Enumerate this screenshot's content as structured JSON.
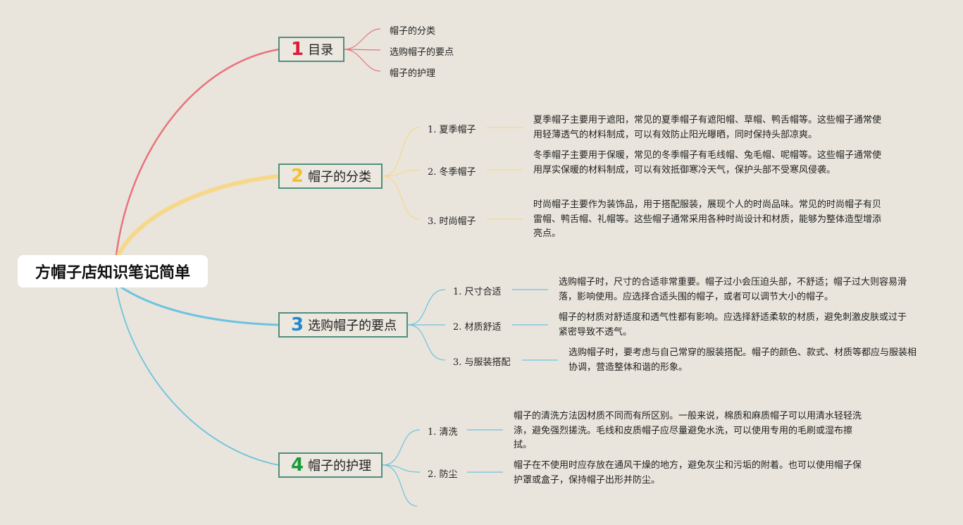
{
  "root": {
    "title": "方帽子店知识笔记简单"
  },
  "colors": {
    "branch1": "#e8737b",
    "branch2": "#f7d88a",
    "branch3": "#6cc3df",
    "branch4": "#6cc3df",
    "num1": "#d81e3a",
    "num2": "#f2c230",
    "num3": "#2288cc",
    "num4": "#1f9a3a",
    "box_border": "#4f8f7d"
  },
  "branches": [
    {
      "num": "1",
      "label": "目录",
      "items": [
        "帽子的分类",
        "选购帽子的要点",
        "帽子的护理"
      ]
    },
    {
      "num": "2",
      "label": "帽子的分类",
      "items": [
        {
          "label": "1. 夏季帽子",
          "desc": "夏季帽子主要用于遮阳，常见的夏季帽子有遮阳帽、草帽、鸭舌帽等。这些帽子通常使用轻薄透气的材料制成，可以有效防止阳光曝晒，同时保持头部凉爽。"
        },
        {
          "label": "2. 冬季帽子",
          "desc": "冬季帽子主要用于保暖，常见的冬季帽子有毛线帽、兔毛帽、呢帽等。这些帽子通常使用厚实保暖的材料制成，可以有效抵御寒冷天气，保护头部不受寒风侵袭。"
        },
        {
          "label": "3. 时尚帽子",
          "desc": "时尚帽子主要作为装饰品，用于搭配服装，展现个人的时尚品味。常见的时尚帽子有贝雷帽、鸭舌帽、礼帽等。这些帽子通常采用各种时尚设计和材质，能够为整体造型增添亮点。"
        }
      ]
    },
    {
      "num": "3",
      "label": "选购帽子的要点",
      "items": [
        {
          "label": "1. 尺寸合适",
          "desc": "选购帽子时，尺寸的合适非常重要。帽子过小会压迫头部，不舒适；帽子过大则容易滑落，影响使用。应选择合适头围的帽子，或者可以调节大小的帽子。"
        },
        {
          "label": "2. 材质舒适",
          "desc": "帽子的材质对舒适度和透气性都有影响。应选择舒适柔软的材质，避免刺激皮肤或过于紧密导致不透气。"
        },
        {
          "label": "3. 与服装搭配",
          "desc": "选购帽子时，要考虑与自己常穿的服装搭配。帽子的颜色、款式、材质等都应与服装相协调，营造整体和谐的形象。"
        }
      ]
    },
    {
      "num": "4",
      "label": "帽子的护理",
      "items": [
        {
          "label": "1. 清洗",
          "desc": "帽子的清洗方法因材质不同而有所区别。一般来说，棉质和麻质帽子可以用清水轻轻洗涤，避免强烈搓洗。毛线和皮质帽子应尽量避免水洗，可以使用专用的毛刷或湿布擦拭。"
        },
        {
          "label": "2. 防尘",
          "desc": "帽子在不使用时应存放在通风干燥的地方，避免灰尘和污垢的附着。也可以使用帽子保护罩或盒子，保持帽子出形并防尘。"
        }
      ]
    }
  ]
}
